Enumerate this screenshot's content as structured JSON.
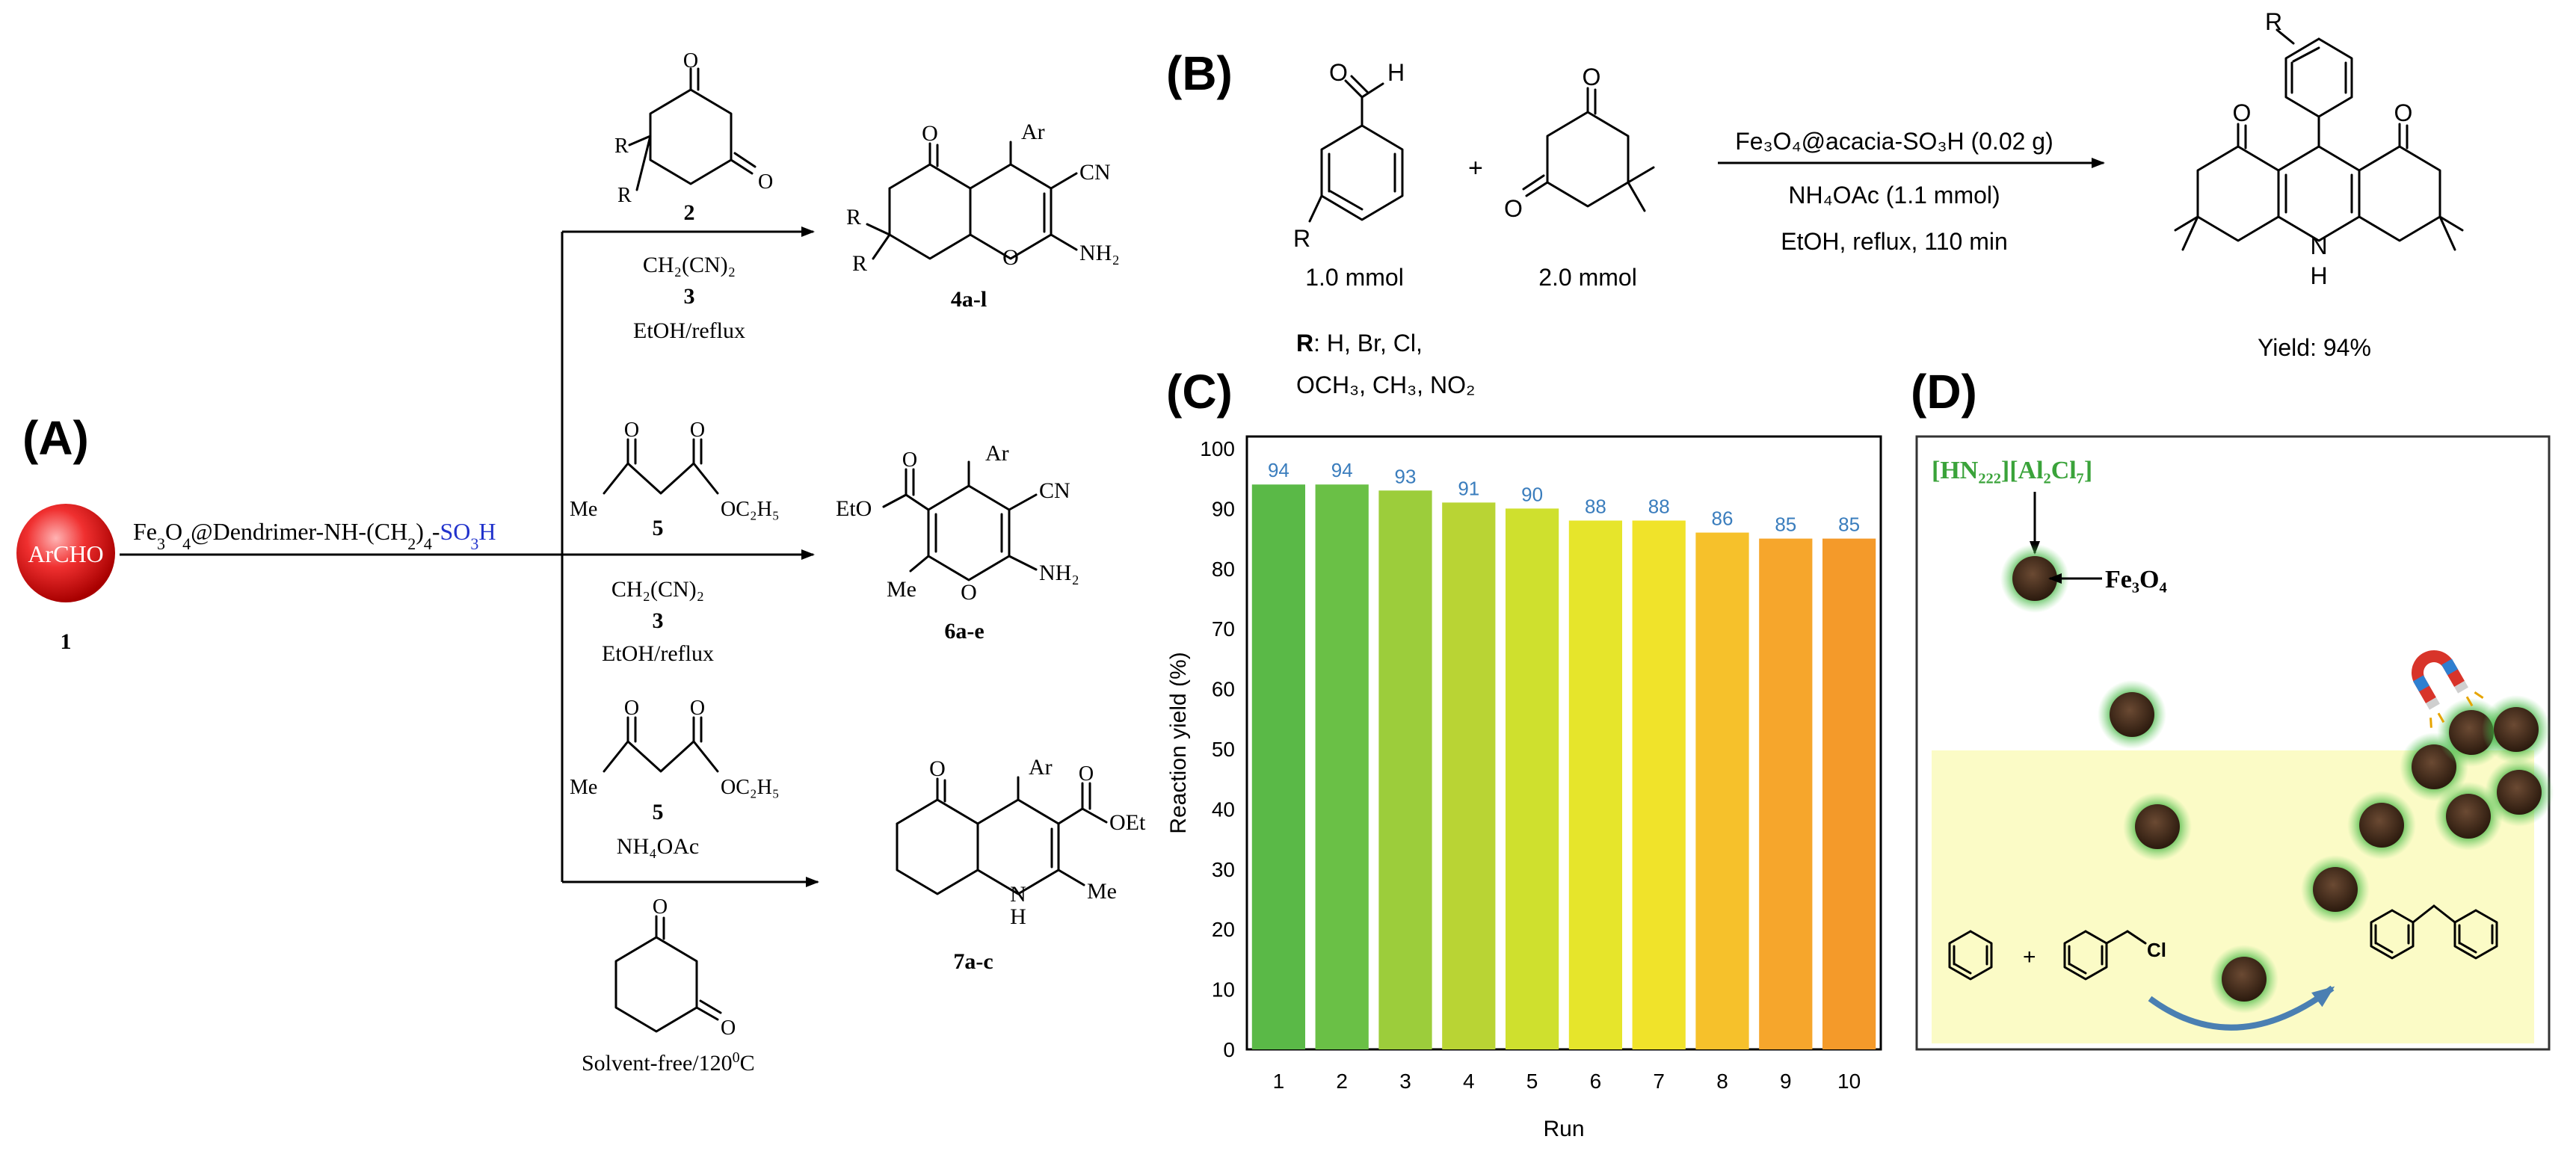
{
  "panels": {
    "a": {
      "label": "(A)",
      "reactant": {
        "name": "ArCHO",
        "number": "1"
      },
      "catalyst": {
        "prefix": "Fe",
        "sub1": "3",
        "mid": "O",
        "sub2": "4",
        "rest": "@Dendrimer-NH-(CH",
        "sub3": "2",
        "close": ")",
        "sub4": "4",
        "dash": "-",
        "acid": "SO",
        "sub5": "3",
        "acid_h": "H"
      },
      "branch1": {
        "reagent_number": "2",
        "reagent_r_upper": "R",
        "reagent_r_lower": "R",
        "malononitrile": "CH₂(CN)₂",
        "malononitrile_number": "3",
        "conditions": "EtOH/reflux",
        "product_number": "4a-l",
        "prod_ar": "Ar",
        "prod_cn": "CN",
        "prod_nh2": "NH₂",
        "prod_o": "O",
        "prod_r1": "R",
        "prod_r2": "R"
      },
      "branch2": {
        "reagent_number": "5",
        "reagent_oet": "OC₂H₅",
        "reagent_me": "Me",
        "malononitrile": "CH₂(CN)₂",
        "malononitrile_number": "3",
        "conditions": "EtOH/reflux",
        "product_number": "6a-e",
        "prod_ar": "Ar",
        "prod_cn": "CN",
        "prod_nh2": "NH₂",
        "prod_eto": "EtO",
        "prod_me": "Me",
        "prod_o": "O"
      },
      "branch3": {
        "reagent_number": "5",
        "reagent_oet": "OC₂H₅",
        "reagent_me": "Me",
        "additive": "NH₄OAc",
        "conditions": "Solvent-free/120",
        "conditions_sup": "0",
        "conditions_unit": "C",
        "product_number": "7a-c",
        "prod_ar": "Ar",
        "prod_oet": "OEt",
        "prod_nh": "N",
        "prod_h": "H",
        "prod_me": "Me"
      }
    },
    "b": {
      "label": "(B)",
      "aldehyde_h": "H",
      "aldehyde_r": "R",
      "plus": "+",
      "amount1": "1.0 mmol",
      "amount2": "2.0 mmol",
      "cond1": "Fe₃O₄@acacia-SO₃H (0.02 g)",
      "cond2": "NH₄OAc (1.1 mmol)",
      "cond3": "EtOH, reflux, 110 min",
      "product_r": "R",
      "product_n": "N",
      "product_h": "H",
      "yield": "Yield: 94%",
      "r_bold": "R",
      "r_list1": ": H, Br, Cl,",
      "r_list2": "OCH₃, CH₃, NO₂"
    },
    "c": {
      "label": "(C)"
    },
    "d": {
      "label": "(D)",
      "il_label": "[HN₂₂₂][Al₂Cl₇]",
      "np_label": "Fe₃O₄",
      "plus": "+",
      "cl": "Cl",
      "accent": "#3aa33a",
      "liquid_color": "#fbfbc6"
    }
  },
  "chart_data": {
    "type": "bar",
    "categories": [
      "1",
      "2",
      "3",
      "4",
      "5",
      "6",
      "7",
      "8",
      "9",
      "10"
    ],
    "values": [
      94,
      94,
      93,
      91,
      90,
      88,
      88,
      86,
      85,
      85
    ],
    "data_labels": [
      "94",
      "94",
      "93",
      "91",
      "90",
      "88",
      "88",
      "86",
      "85",
      "85"
    ],
    "colors": [
      "#5ab947",
      "#6ac046",
      "#9ccd3b",
      "#b9d434",
      "#cfe02e",
      "#e6e52b",
      "#f0e32a",
      "#f6c12b",
      "#f6a62c",
      "#f49a2a"
    ],
    "xlabel": "Run",
    "ylabel": "Reaction yield (%)",
    "ylim": [
      0,
      100
    ],
    "yticks": [
      "0",
      "10",
      "20",
      "30",
      "40",
      "50",
      "60",
      "70",
      "80",
      "90",
      "100"
    ],
    "label_color": "#3a7dbd",
    "grid": false
  }
}
